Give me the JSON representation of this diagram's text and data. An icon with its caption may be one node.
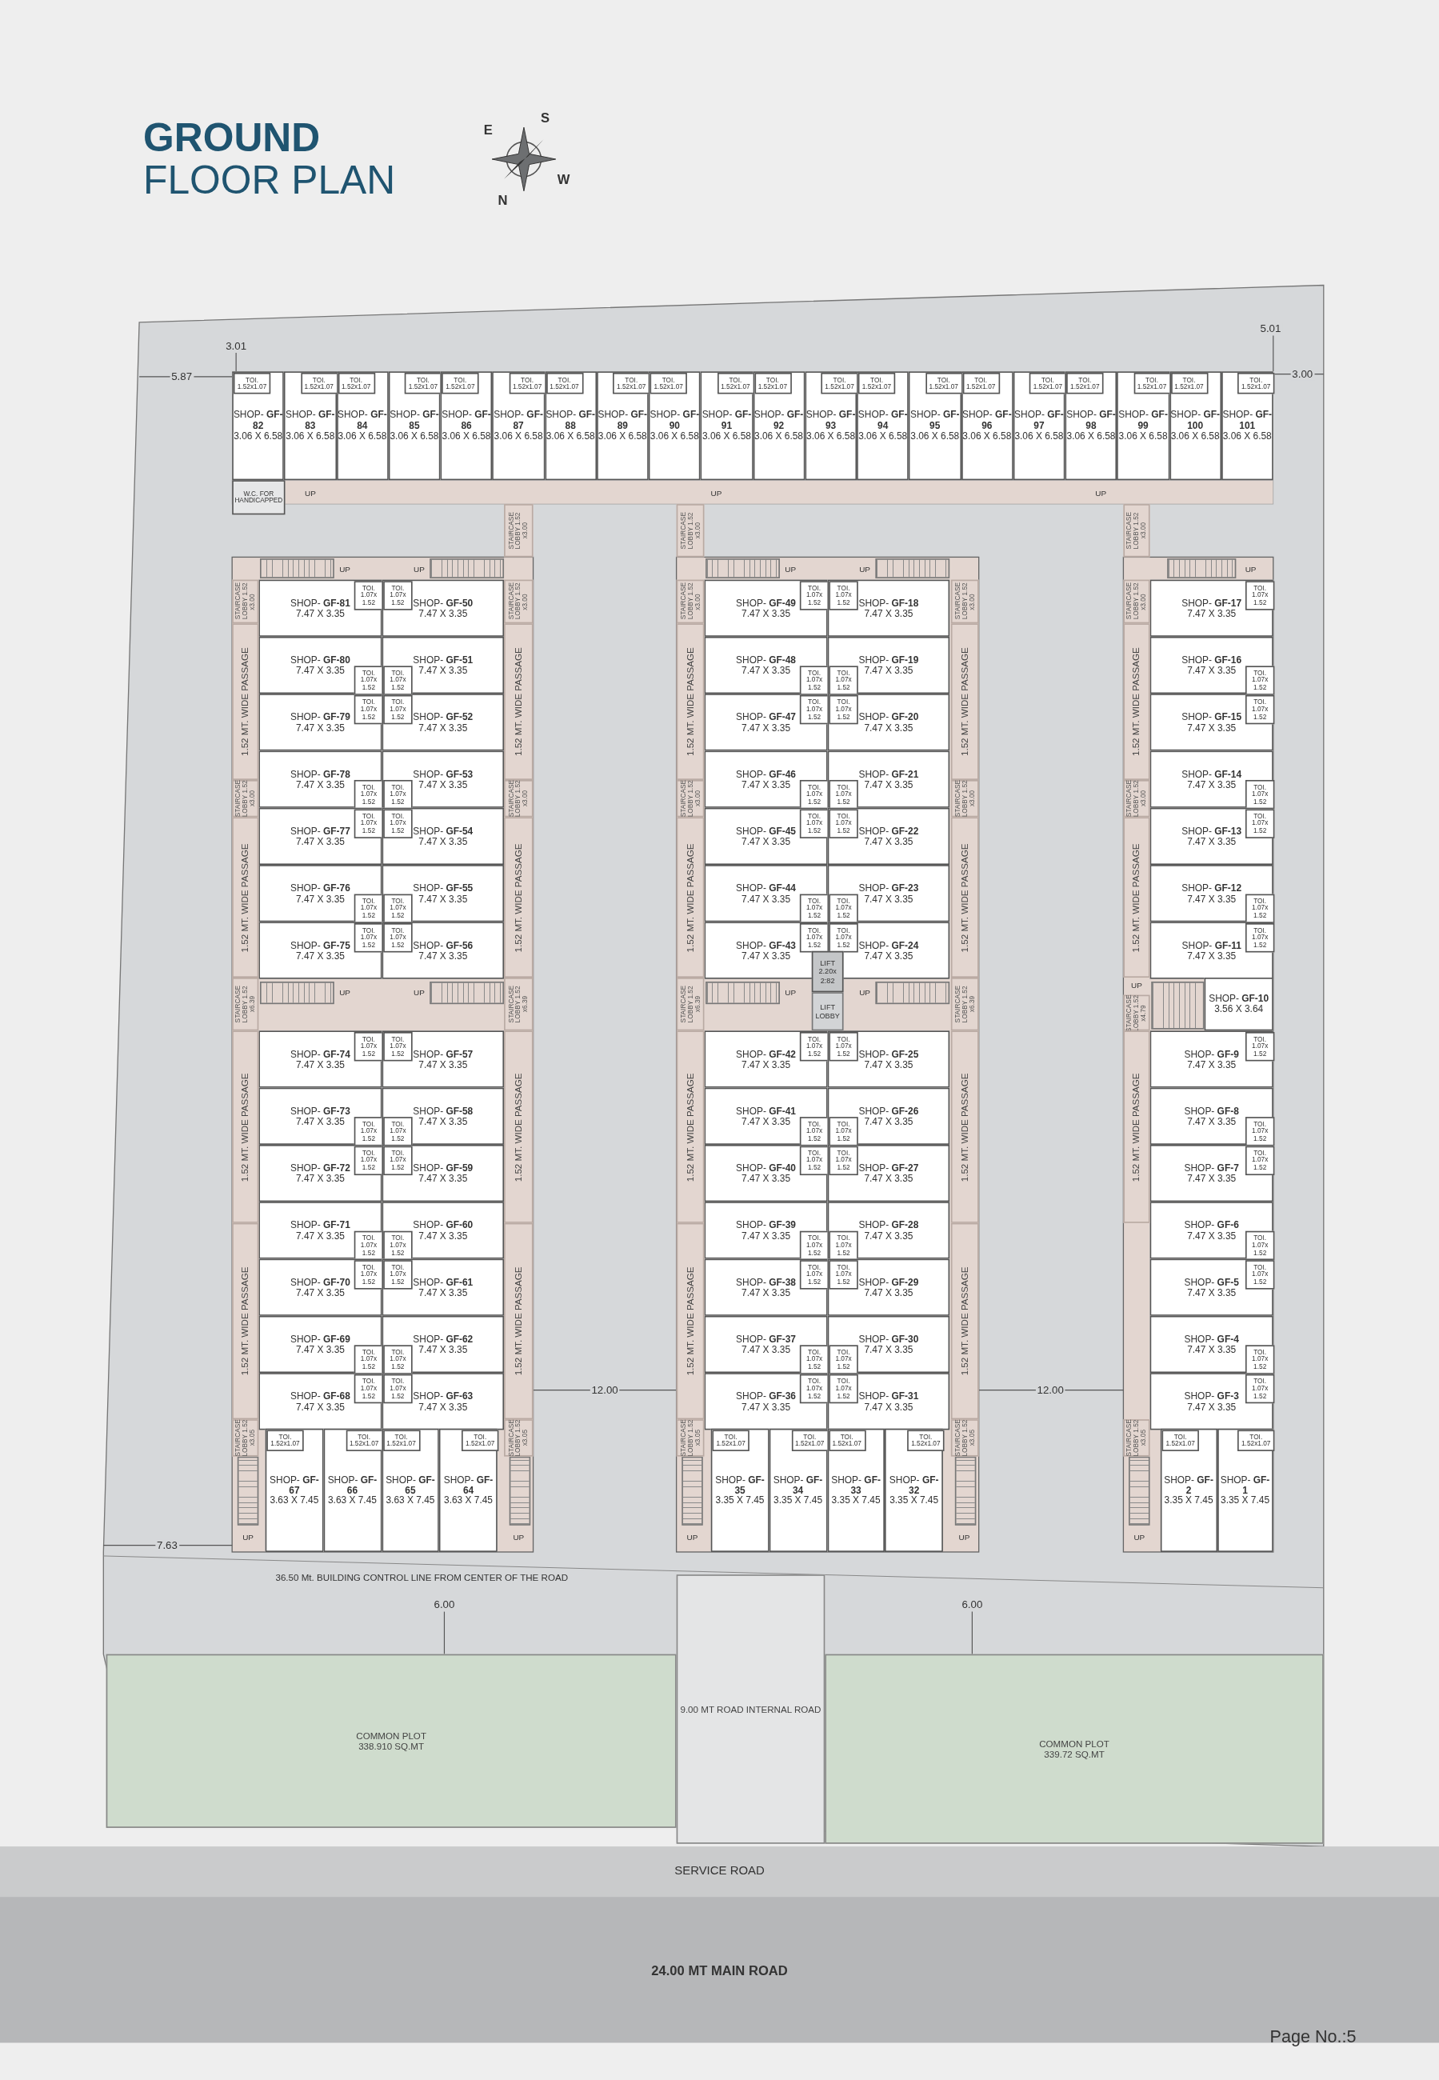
{
  "diagram": {
    "title": "**GROUND** FLOOR PLAN",
    "nodes": [
      {
        "text": [
          "SHOP- **GF-82**",
          "3.06 X 6.58"
        ]
      },
      {
        "text": [
          "TOI. 1.52x1.07"
        ],
        "in": 0
      },
      {
        "text": [
          "SHOP- **GF-83**",
          "3.06 X 6.58"
        ]
      },
      {
        "text": [
          "TOI. 1.52x1.07"
        ],
        "in": 2
      },
      {
        "text": [
          "SHOP- **GF-84**",
          "3.06 X 6.58"
        ]
      },
      {
        "text": [
          "TOI. 1.52x1.07"
        ],
        "in": 4
      },
      {
        "text": [
          "SHOP- **GF-85**",
          "3.06 X 6.58"
        ]
      },
      {
        "text": [
          "TOI. 1.52x1.07"
        ],
        "in": 6
      },
      {
        "text": [
          "SHOP- **GF-86**",
          "3.06 X 6.58"
        ]
      },
      {
        "text": [
          "TOI. 1.52x1.07"
        ],
        "in": 8
      },
      {
        "text": [
          "SHOP- **GF-87**",
          "3.06 X 6.58"
        ]
      },
      {
        "text": [
          "TOI. 1.52x1.07"
        ],
        "in": 10
      },
      {
        "text": [
          "SHOP- **GF-88**",
          "3.06 X 6.58"
        ]
      },
      {
        "text": [
          "TOI. 1.52x1.07"
        ],
        "in": 12
      },
      {
        "text": [
          "SHOP- **GF-89**",
          "3.06 X 6.58"
        ]
      },
      {
        "text": [
          "TOI. 1.52x1.07"
        ],
        "in": 14
      },
      {
        "text": [
          "SHOP- **GF-90**",
          "3.06 X 6.58"
        ]
      },
      {
        "text": [
          "TOI. 1.52x1.07"
        ],
        "in": 16
      },
      {
        "text": [
          "SHOP- **GF-91**",
          "3.06 X 6.58"
        ]
      },
      {
        "text": [
          "TOI. 1.52x1.07"
        ],
        "in": 18
      },
      {
        "text": [
          "SHOP- **GF-92**",
          "3.06 X 6.58"
        ]
      },
      {
        "text": [
          "TOI. 1.52x1.07"
        ],
        "in": 20
      },
      {
        "text": [
          "SHOP- **GF-93**",
          "3.06 X 6.58"
        ]
      },
      {
        "text": [
          "TOI. 1.52x1.07"
        ],
        "in": 22
      },
      {
        "text": [
          "SHOP- **GF-94**",
          "3.06 X 6.58"
        ]
      },
      {
        "text": [
          "TOI. 1.52x1.07"
        ],
        "in": 24
      },
      {
        "text": [
          "SHOP- **GF-95**",
          "3.06 X 6.58"
        ]
      },
      {
        "text": [
          "TOI. 1.52x1.07"
        ],
        "in": 26
      },
      {
        "text": [
          "SHOP- **GF-96**",
          "3.06 X 6.58"
        ]
      },
      {
        "text": [
          "TOI. 1.52x1.07"
        ],
        "in": 28
      },
      {
        "text": [
          "SHOP- **GF-97**",
          "3.06 X 6.58"
        ]
      },
      {
        "text": [
          "TOI. 1.52x1.07"
        ],
        "in": 30
      },
      {
        "text": [
          "SHOP- **GF-98**",
          "3.06 X 6.58"
        ]
      },
      {
        "text": [
          "TOI. 1.52x1.07"
        ],
        "in": 32
      },
      {
        "text": [
          "SHOP- **GF-99**",
          "3.06 X 6.58"
        ]
      },
      {
        "text": [
          "TOI. 1.52x1.07"
        ],
        "in": 34
      },
      {
        "text": [
          "SHOP- **GF-100**",
          "3.06 X 6.58"
        ]
      },
      {
        "text": [
          "TOI. 1.52x1.07"
        ],
        "in": 36
      },
      {
        "text": [
          "SHOP- **GF-101**",
          "3.06 X 6.58"
        ]
      },
      {
        "text": [
          "TOI. 1.52x1.07"
        ],
        "in": 38
      },
      {
        "text": [
          "SHOP- **GF-81**",
          "7.47 X 3.35"
        ]
      },
      {
        "text": [
          "TOI. 1.07x 1.52"
        ],
        "in": 40
      },
      {
        "text": [
          "SHOP- **GF-50**",
          "7.47 X 3.35"
        ]
      },
      {
        "text": [
          "TOI. 1.07x 1.52"
        ],
        "in": 42
      },
      {
        "text": [
          "SHOP- **GF-80**",
          "7.47 X 3.35"
        ]
      },
      {
        "text": [
          "TOI. 1.07x 1.52"
        ],
        "in": 44
      },
      {
        "text": [
          "SHOP- **GF-51**",
          "7.47 X 3.35"
        ]
      },
      {
        "text": [
          "TOI. 1.07x 1.52"
        ],
        "in": 46
      },
      {
        "text": [
          "SHOP- **GF-79**",
          "7.47 X 3.35"
        ]
      },
      {
        "text": [
          "TOI. 1.07x 1.52"
        ],
        "in": 48
      },
      {
        "text": [
          "SHOP- **GF-52**",
          "7.47 X 3.35"
        ]
      },
      {
        "text": [
          "TOI. 1.07x 1.52"
        ],
        "in": 50
      },
      {
        "text": [
          "SHOP- **GF-78**",
          "7.47 X 3.35"
        ]
      },
      {
        "text": [
          "TOI. 1.07x 1.52"
        ],
        "in": 52
      },
      {
        "text": [
          "SHOP- **GF-53**",
          "7.47 X 3.35"
        ]
      },
      {
        "text": [
          "TOI. 1.07x 1.52"
        ],
        "in": 54
      },
      {
        "text": [
          "SHOP- **GF-77**",
          "7.47 X 3.35"
        ]
      },
      {
        "text": [
          "TOI. 1.07x 1.52"
        ],
        "in": 56
      },
      {
        "text": [
          "SHOP- **GF-54**",
          "7.47 X 3.35"
        ]
      },
      {
        "text": [
          "TOI. 1.07x 1.52"
        ],
        "in": 58
      },
      {
        "text": [
          "SHOP- **GF-76**",
          "7.47 X 3.35"
        ]
      },
      {
        "text": [
          "TOI. 1.07x 1.52"
        ],
        "in": 60
      },
      {
        "text": [
          "SHOP- **GF-55**",
          "7.47 X 3.35"
        ]
      },
      {
        "text": [
          "TOI. 1.07x 1.52"
        ],
        "in": 62
      },
      {
        "text": [
          "SHOP- **GF-75**",
          "7.47 X 3.35"
        ]
      },
      {
        "text": [
          "TOI. 1.07x 1.52"
        ],
        "in": 64
      },
      {
        "text": [
          "SHOP- **GF-56**",
          "7.47 X 3.35"
        ]
      },
      {
        "text": [
          "TOI. 1.07x 1.52"
        ],
        "in": 66
      },
      {
        "text": [
          "SHOP- **GF-74**",
          "7.47 X 3.35"
        ]
      },
      {
        "text": [
          "TOI. 1.07x 1.52"
        ],
        "in": 68
      },
      {
        "text": [
          "SHOP- **GF-57**",
          "7.47 X 3.35"
        ]
      },
      {
        "text": [
          "TOI. 1.07x 1.52"
        ],
        "in": 70
      },
      {
        "text": [
          "SHOP- **GF-73**",
          "7.47 X 3.35"
        ]
      },
      {
        "text": [
          "TOI. 1.07x 1.52"
        ],
        "in": 72
      },
      {
        "text": [
          "SHOP- **GF-58**",
          "7.47 X 3.35"
        ]
      },
      {
        "text": [
          "TOI. 1.07x 1.52"
        ],
        "in": 74
      },
      {
        "text": [
          "SHOP- **GF-72**",
          "7.47 X 3.35"
        ]
      },
      {
        "text": [
          "TOI. 1.07x 1.52"
        ],
        "in": 76
      },
      {
        "text": [
          "SHOP- **GF-59**",
          "7.47 X 3.35"
        ]
      },
      {
        "text": [
          "TOI. 1.07x 1.52"
        ],
        "in": 78
      },
      {
        "text": [
          "SHOP- **GF-71**",
          "7.47 X 3.35"
        ]
      },
      {
        "text": [
          "TOI. 1.07x 1.52"
        ],
        "in": 80
      },
      {
        "text": [
          "SHOP- **GF-60**",
          "7.47 X 3.35"
        ]
      },
      {
        "text": [
          "TOI. 1.07x 1.52"
        ],
        "in": 82
      },
      {
        "text": [
          "SHOP- **GF-70**",
          "7.47 X 3.35"
        ]
      },
      {
        "text": [
          "TOI. 1.07x 1.52"
        ],
        "in": 84
      },
      {
        "text": [
          "SHOP- **GF-61**",
          "7.47 X 3.35"
        ]
      },
      {
        "text": [
          "TOI. 1.07x 1.52"
        ],
        "in": 86
      },
      {
        "text": [
          "SHOP- **GF-69**",
          "7.47 X 3.35"
        ]
      },
      {
        "text": [
          "TOI. 1.07x 1.52"
        ],
        "in": 88
      },
      {
        "text": [
          "SHOP- **GF-62**",
          "7.47 X 3.35"
        ]
      },
      {
        "text": [
          "TOI. 1.07x 1.52"
        ],
        "in": 90
      },
      {
        "text": [
          "SHOP- **GF-68**",
          "7.47 X 3.35"
        ]
      },
      {
        "text": [
          "TOI. 1.07x 1.52"
        ],
        "in": 92
      },
      {
        "text": [
          "SHOP- **GF-63**",
          "7.47 X 3.35"
        ]
      },
      {
        "text": [
          "TOI. 1.07x 1.52"
        ],
        "in": 94
      },
      {
        "text": [
          "SHOP- **GF-67**",
          "3.63 X 7.45"
        ]
      },
      {
        "text": [
          "TOI. 1.52x1.07"
        ],
        "in": 96
      },
      {
        "text": [
          "SHOP- **GF-66**",
          "3.63 X 7.45"
        ]
      },
      {
        "text": [
          "TOI. 1.52x1.07"
        ],
        "in": 98
      },
      {
        "text": [
          "SHOP- **GF-65**",
          "3.63 X 7.45"
        ]
      },
      {
        "text": [
          "TOI. 1.52x1.07"
        ],
        "in": 100
      },
      {
        "text": [
          "SHOP- **GF-64**",
          "3.63 X 7.45"
        ]
      },
      {
        "text": [
          "TOI. 1.52x1.07"
        ],
        "in": 102
      },
      {
        "text": [
          "SHOP- **GF-49**",
          "7.47 X 3.35"
        ]
      },
      {
        "text": [
          "TOI. 1.07x 1.52"
        ],
        "in": 104
      },
      {
        "text": [
          "SHOP- **GF-18**",
          "7.47 X 3.35"
        ]
      },
      {
        "text": [
          "TOI. 1.07x 1.52"
        ],
        "in": 106
      },
      {
        "text": [
          "SHOP- **GF-48**",
          "7.47 X 3.35"
        ]
      },
      {
        "text": [
          "TOI. 1.07x 1.52"
        ],
        "in": 108
      },
      {
        "text": [
          "SHOP- **GF-19**",
          "7.47 X 3.35"
        ]
      },
      {
        "text": [
          "TOI. 1.07x 1.52"
        ],
        "in": 110
      },
      {
        "text": [
          "SHOP- **GF-47**",
          "7.47 X 3.35"
        ]
      },
      {
        "text": [
          "TOI. 1.07x 1.52"
        ],
        "in": 112
      },
      {
        "text": [
          "SHOP- **GF-20**",
          "7.47 X 3.35"
        ]
      },
      {
        "text": [
          "TOI. 1.07x 1.52"
        ],
        "in": 114
      },
      {
        "text": [
          "SHOP- **GF-46**",
          "7.47 X 3.35"
        ]
      },
      {
        "text": [
          "TOI. 1.07x 1.52"
        ],
        "in": 116
      },
      {
        "text": [
          "SHOP- **GF-21**",
          "7.47 X 3.35"
        ]
      },
      {
        "text": [
          "TOI. 1.07x 1.52"
        ],
        "in": 118
      },
      {
        "text": [
          "SHOP- **GF-45**",
          "7.47 X 3.35"
        ]
      },
      {
        "text": [
          "TOI. 1.07x 1.52"
        ],
        "in": 120
      },
      {
        "text": [
          "SHOP- **GF-22**",
          "7.47 X 3.35"
        ]
      },
      {
        "text": [
          "TOI. 1.07x 1.52"
        ],
        "in": 122
      },
      {
        "text": [
          "SHOP- **GF-44**",
          "7.47 X 3.35"
        ]
      },
      {
        "text": [
          "TOI. 1.07x 1.52"
        ],
        "in": 124
      },
      {
        "text": [
          "SHOP- **GF-23**",
          "7.47 X 3.35"
        ]
      },
      {
        "text": [
          "TOI. 1.07x 1.52"
        ],
        "in": 126
      },
      {
        "text": [
          "SHOP- **GF-43**",
          "7.47 X 3.35"
        ]
      },
      {
        "text": [
          "TOI. 1.07x 1.52"
        ],
        "in": 128
      },
      {
        "text": [
          "SHOP- **GF-24**",
          "7.47 X 3.35"
        ]
      },
      {
        "text": [
          "TOI. 1.07x 1.52"
        ],
        "in": 130
      },
      {
        "text": [
          "SHOP- **GF-42**",
          "7.47 X 3.35"
        ]
      },
      {
        "text": [
          "TOI. 1.07x 1.52"
        ],
        "in": 132
      },
      {
        "text": [
          "SHOP- **GF-25**",
          "7.47 X 3.35"
        ]
      },
      {
        "text": [
          "TOI. 1.07x 1.52"
        ],
        "in": 134
      },
      {
        "text": [
          "SHOP- **GF-41**",
          "7.47 X 3.35"
        ]
      },
      {
        "text": [
          "TOI. 1.07x 1.52"
        ],
        "in": 136
      },
      {
        "text": [
          "SHOP- **GF-26**",
          "7.47 X 3.35"
        ]
      },
      {
        "text": [
          "TOI. 1.07x 1.52"
        ],
        "in": 138
      },
      {
        "text": [
          "SHOP- **GF-40**",
          "7.47 X 3.35"
        ]
      },
      {
        "text": [
          "TOI. 1.07x 1.52"
        ],
        "in": 140
      },
      {
        "text": [
          "SHOP- **GF-27**",
          "7.47 X 3.35"
        ]
      },
      {
        "text": [
          "TOI. 1.07x 1.52"
        ],
        "in": 142
      },
      {
        "text": [
          "SHOP- **GF-39**",
          "7.47 X 3.35"
        ]
      },
      {
        "text": [
          "TOI. 1.07x 1.52"
        ],
        "in": 144
      },
      {
        "text": [
          "SHOP- **GF-28**",
          "7.47 X 3.35"
        ]
      },
      {
        "text": [
          "TOI. 1.07x 1.52"
        ],
        "in": 146
      },
      {
        "text": [
          "SHOP- **GF-38**",
          "7.47 X 3.35"
        ]
      },
      {
        "text": [
          "TOI. 1.07x 1.52"
        ],
        "in": 148
      },
      {
        "text": [
          "SHOP- **GF-29**",
          "7.47 X 3.35"
        ]
      },
      {
        "text": [
          "TOI. 1.07x 1.52"
        ],
        "in": 150
      },
      {
        "text": [
          "SHOP- **GF-37**",
          "7.47 X 3.35"
        ]
      },
      {
        "text": [
          "TOI. 1.07x 1.52"
        ],
        "in": 152
      },
      {
        "text": [
          "SHOP- **GF-30**",
          "7.47 X 3.35"
        ]
      },
      {
        "text": [
          "TOI. 1.07x 1.52"
        ],
        "in": 154
      },
      {
        "text": [
          "SHOP- **GF-36**",
          "7.47 X 3.35"
        ]
      },
      {
        "text": [
          "TOI. 1.07x 1.52"
        ],
        "in": 156
      },
      {
        "text": [
          "SHOP- **GF-31**",
          "7.47 X 3.35"
        ]
      },
      {
        "text": [
          "TOI. 1.07x 1.52"
        ],
        "in": 158
      },
      {
        "text": [
          "SHOP- **GF-35**",
          "3.35 X 7.45"
        ]
      },
      {
        "text": [
          "TOI. 1.52x1.07"
        ],
        "in": 160
      },
      {
        "text": [
          "SHOP- **GF-34**",
          "3.35 X 7.45"
        ]
      },
      {
        "text": [
          "TOI. 1.52x1.07"
        ],
        "in": 162
      },
      {
        "text": [
          "SHOP- **GF-33**",
          "3.35 X 7.45"
        ]
      },
      {
        "text": [
          "TOI. 1.52x1.07"
        ],
        "in": 164
      },
      {
        "text": [
          "SHOP- **GF-32**",
          "3.35 X 7.45"
        ]
      },
      {
        "text": [
          "TOI. 1.52x1.07"
        ],
        "in": 166
      },
      {
        "text": [
          "SHOP- **GF-17**",
          "7.47 X 3.35"
        ]
      },
      {
        "text": [
          "TOI. 1.07x 1.52"
        ],
        "in": 168
      },
      {
        "text": [
          "SHOP- **GF-16**",
          "7.47 X 3.35"
        ]
      },
      {
        "text": [
          "TOI. 1.07x 1.52"
        ],
        "in": 170
      },
      {
        "text": [
          "SHOP- **GF-15**",
          "7.47 X 3.35"
        ]
      },
      {
        "text": [
          "TOI. 1.07x 1.52"
        ],
        "in": 172
      },
      {
        "text": [
          "SHOP- **GF-14**",
          "7.47 X 3.35"
        ]
      },
      {
        "text": [
          "TOI. 1.07x 1.52"
        ],
        "in": 174
      },
      {
        "text": [
          "SHOP- **GF-13**",
          "7.47 X 3.35"
        ]
      },
      {
        "text": [
          "TOI. 1.07x 1.52"
        ],
        "in": 176
      },
      {
        "text": [
          "SHOP- **GF-12**",
          "7.47 X 3.35"
        ]
      },
      {
        "text": [
          "TOI. 1.07x 1.52"
        ],
        "in": 178
      },
      {
        "text": [
          "SHOP- **GF-11**",
          "7.47 X 3.35"
        ]
      },
      {
        "text": [
          "TOI. 1.07x 1.52"
        ],
        "in": 180
      },
      {
        "text": [
          "SHOP- **GF-10**",
          "3.56 X 3.64"
        ]
      },
      {
        "text": [
          "SHOP- **GF-9**",
          "7.47 X 3.35"
        ]
      },
      {
        "text": [
          "TOI. 1.07x 1.52"
        ],
        "in": 183
      },
      {
        "text": [
          "SHOP- **GF-8**",
          "7.47 X 3.35"
        ]
      },
      {
        "text": [
          "TOI. 1.07x 1.52"
        ],
        "in": 185
      },
      {
        "text": [
          "SHOP- **GF-7**",
          "7.47 X 3.35"
        ]
      },
      {
        "text": [
          "TOI. 1.07x 1.52"
        ],
        "in": 187
      },
      {
        "text": [
          "SHOP- **GF-6**",
          "7.47 X 3.35"
        ]
      },
      {
        "text": [
          "TOI. 1.07x 1.52"
        ],
        "in": 189
      },
      {
        "text": [
          "SHOP- **GF-5**",
          "7.47 X 3.35"
        ]
      },
      {
        "text": [
          "TOI. 1.07x 1.52"
        ],
        "in": 191
      },
      {
        "text": [
          "SHOP- **GF-4**",
          "7.47 X 3.35"
        ]
      },
      {
        "text": [
          "TOI. 1.07x 1.52"
        ],
        "in": 193
      },
      {
        "text": [
          "SHOP- **GF-3**",
          "7.47 X 3.35"
        ]
      },
      {
        "text": [
          "TOI. 1.07x 1.52"
        ],
        "in": 195
      },
      {
        "text": [
          "SHOP- **GF-2**",
          "3.35 X 7.45"
        ]
      },
      {
        "text": [
          "TOI. 1.52x1.07"
        ],
        "in": 197
      },
      {
        "text": [
          "SHOP- **GF-1**",
          "3.35 X 7.45"
        ]
      },
      {
        "text": [
          "TOI. 1.52x1.07"
        ],
        "in": 199
      },
      {
        "text": [
          "LIFT 2.20x 2:82"
        ]
      },
      {
        "text": [
          "LIFT LOBBY"
        ]
      },
      {
        "text": [
          "W.C. FOR HANDICAPPED"
        ]
      },
      {
        "text": [
          "COMMON PLOT",
          "338.910 SQ.MT"
        ]
      },
      {
        "text": [
          "9.00 MT ROAD INTERNAL ROAD"
        ]
      },
      {
        "text": [
          "COMMON PLOT",
          "339.72 SQ.MT"
        ]
      },
      {
        "text": [
          "SERVICE ROAD"
        ]
      },
      {
        "text": [
          "24.00 MT MAIN ROAD"
        ]
      },
      {
        "text": [
          "STAIRCASE LOBBY 1.52 x3.00"
        ]
      },
      {
        "text": [
          "STAIRCASE LOBBY 1.52 x3.00"
        ]
      },
      {
        "text": [
          "STAIRCASE LOBBY 1.52 x3.00"
        ]
      },
      {
        "text": [
          "STAIRCASE LOBBY 1.52 x3.00"
        ]
      },
      {
        "text": [
          "STAIRCASE LOBBY 1.52 x3.00"
        ]
      },
      {
        "text": [
          "STAIRCASE LOBBY 1.52 x6.39"
        ]
      },
      {
        "text": [
          "STAIRCASE LOBBY 1.52 x6.39"
        ]
      },
      {
        "text": [
          "STAIRCASE LOBBY 1.52 x3.05"
        ]
      },
      {
        "text": [
          "STAIRCASE LOBBY 1.52 x3.05"
        ]
      },
      {
        "text": [
          "STAIRCASE LOBBY 1.52 x3.00"
        ]
      },
      {
        "text": [
          "STAIRCASE LOBBY 1.52 x3.00"
        ]
      },
      {
        "text": [
          "STAIRCASE LOBBY 1.52 x3.00"
        ]
      },
      {
        "text": [
          "STAIRCASE LOBBY 1.52 x3.00"
        ]
      },
      {
        "text": [
          "STAIRCASE LOBBY 1.52 x3.00"
        ]
      },
      {
        "text": [
          "STAIRCASE LOBBY 1.52 x6.39"
        ]
      },
      {
        "text": [
          "STAIRCASE LOBBY 1.52 x6.39"
        ]
      },
      {
        "text": [
          "STAIRCASE LOBBY 1.52 x3.05"
        ]
      },
      {
        "text": [
          "STAIRCASE LOBBY 1.52 x3.05"
        ]
      },
      {
        "text": [
          "STAIRCASE LOBBY 1.52 x3.00"
        ]
      },
      {
        "text": [
          "STAIRCASE LOBBY 1.52 x3.00"
        ]
      },
      {
        "text": [
          "STAIRCASE LOBBY 1.52 x3.00"
        ]
      },
      {
        "text": [
          "STAIRCASE LOBBY 1.52 x4.79"
        ]
      },
      {
        "text": [
          "STAIRCASE LOBBY 1.52 x3.05"
        ]
      },
      {
        "text": [
          "1.52 MT. WIDE PASSAGE"
        ]
      },
      {
        "text": [
          "1.52 MT. WIDE PASSAGE"
        ]
      },
      {
        "text": [
          "1.52 MT. WIDE PASSAGE"
        ]
      },
      {
        "text": [
          "1.52 MT. WIDE PASSAGE"
        ]
      },
      {
        "text": [
          "1.52 MT. WIDE PASSAGE"
        ]
      },
      {
        "text": [
          "1.52 MT. WIDE PASSAGE"
        ]
      },
      {
        "text": [
          "1.52 MT. WIDE PASSAGE"
        ]
      },
      {
        "text": [
          "1.52 MT. WIDE PASSAGE"
        ]
      },
      {
        "text": [
          "1.52 MT. WIDE PASSAGE"
        ]
      },
      {
        "text": [
          "1.52 MT. WIDE PASSAGE"
        ]
      },
      {
        "text": [
          "1.52 MT. WIDE PASSAGE"
        ]
      },
      {
        "text": [
          "1.52 MT. WIDE PASSAGE"
        ]
      },
      {
        "text": [
          "1.52 MT. WIDE PASSAGE"
        ]
      },
      {
        "text": [
          "1.52 MT. WIDE PASSAGE"
        ]
      },
      {
        "text": [
          "1.52 MT. WIDE PASSAGE"
        ]
      },
      {
        "text": [
          "1.52 MT. WIDE PASSAGE"
        ]
      },
      {
        "text": [
          "1.52 MT. WIDE PASSAGE"
        ]
      },
      {
        "text": [
          "1.52 MT. WIDE PASSAGE"
        ]
      },
      {
        "text": [
          "1.52 MT. WIDE PASSAGE"
        ]
      }
    ],
    "labels": [
      "E",
      "S",
      "W",
      "N",
      "3.01",
      "5.87",
      "5.01",
      "3.00",
      "UP",
      "UP",
      "UP",
      "UP",
      "UP",
      "UP",
      "UP",
      "UP",
      "UP",
      "UP",
      "UP",
      "UP",
      "UP",
      "UP",
      "UP",
      "UP",
      "UP",
      "UP",
      "12.00",
      "12.00",
      "7.63",
      "36.50 Mt. BUILDING CONTROL LINE FROM CENTER OF THE ROAD",
      "6.00",
      "6.00",
      "Page No.:5"
    ]
  }
}
